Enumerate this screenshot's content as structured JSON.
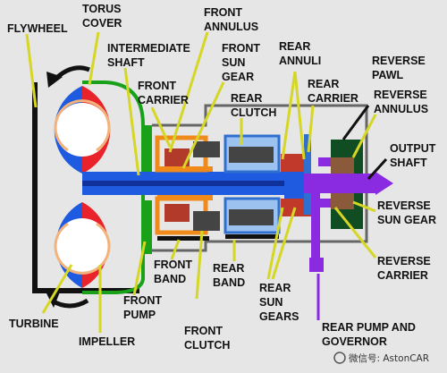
{
  "labels": {
    "flywheel": "FLYWHEEL",
    "torus_cover_1": "TORUS",
    "torus_cover_2": "COVER",
    "intermediate_shaft_1": "INTERMEDIATE",
    "intermediate_shaft_2": "SHAFT",
    "front_annulus_1": "FRONT",
    "front_annulus_2": "ANNULUS",
    "front_sun_gear_1": "FRONT",
    "front_sun_gear_2": "SUN",
    "front_sun_gear_3": "GEAR",
    "rear_annuli_1": "REAR",
    "rear_annuli_2": "ANNULI",
    "reverse_pawl_1": "REVERSE",
    "reverse_pawl_2": "PAWL",
    "front_carrier_1": "FRONT",
    "front_carrier_2": "CARRIER",
    "rear_carrier_1": "REAR",
    "rear_carrier_2": "CARRIER",
    "reverse_annulus_1": "REVERSE",
    "reverse_annulus_2": "ANNULUS",
    "rear_clutch_1": "REAR",
    "rear_clutch_2": "CLUTCH",
    "output_shaft_1": "OUTPUT",
    "output_shaft_2": "SHAFT",
    "reverse_sun_gear_1": "REVERSE",
    "reverse_sun_gear_2": "SUN GEAR",
    "reverse_carrier_1": "REVERSE",
    "reverse_carrier_2": "CARRIER",
    "front_band_1": "FRONT",
    "front_band_2": "BAND",
    "rear_band_1": "REAR",
    "rear_band_2": "BAND",
    "rear_sun_gears_1": "REAR",
    "rear_sun_gears_2": "SUN",
    "rear_sun_gears_3": "GEARS",
    "front_pump_1": "FRONT",
    "front_pump_2": "PUMP",
    "front_clutch_1": "FRONT",
    "front_clutch_2": "CLUTCH",
    "rear_pump_governor_1": "REAR PUMP AND",
    "rear_pump_governor_2": "GOVERNOR",
    "turbine": "TURBINE",
    "impeller": "IMPELLER"
  },
  "watermark": "微信号: AstonCAR",
  "colors": {
    "impeller": "#e8232b",
    "turbine": "#1e5be0",
    "torus_cover": "#1aa11a",
    "front_gearset": "#f08a1a",
    "rear_gearset": "#2f6fd0",
    "output": "#8a2be2",
    "leader": "#d6d624",
    "background": "#e6e6e6"
  }
}
